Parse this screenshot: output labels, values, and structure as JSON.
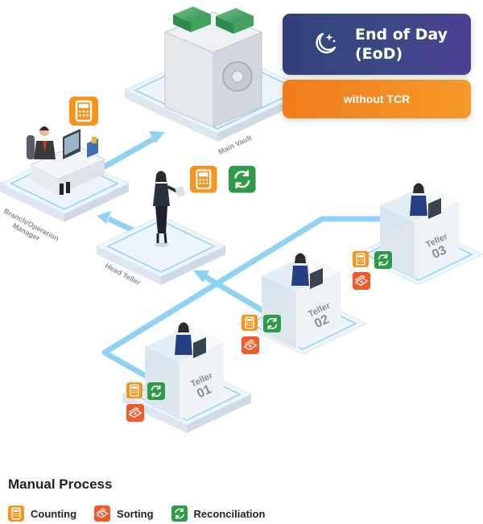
{
  "eod": {
    "title_line1": "End of Day",
    "title_line2": "(EoD)",
    "icon": "moon-stars-icon"
  },
  "mode": {
    "label": "without TCR"
  },
  "nodes": {
    "vault": "Main Vault",
    "manager_line1": "Branch/Operation",
    "manager_line2": "Manager",
    "head_teller": "Head Teller",
    "teller_word": "Teller",
    "teller_01": "01",
    "teller_02": "02",
    "teller_03": "03"
  },
  "legend": {
    "title": "Manual Process",
    "items": [
      {
        "label": "Counting",
        "icon": "calculator-icon",
        "color": "#f7941d"
      },
      {
        "label": "Sorting",
        "icon": "cash-sorting-icon",
        "color": "#f15a29"
      },
      {
        "label": "Reconciliation",
        "icon": "refresh-icon",
        "color": "#2e9b47"
      }
    ]
  },
  "colors": {
    "flow": "#8fd3f4",
    "counting": "#f7941d",
    "sorting": "#f15a29",
    "reconciliation": "#2e9b47",
    "eod_bg": "#33407a",
    "tcr_bg": "#f58220"
  }
}
